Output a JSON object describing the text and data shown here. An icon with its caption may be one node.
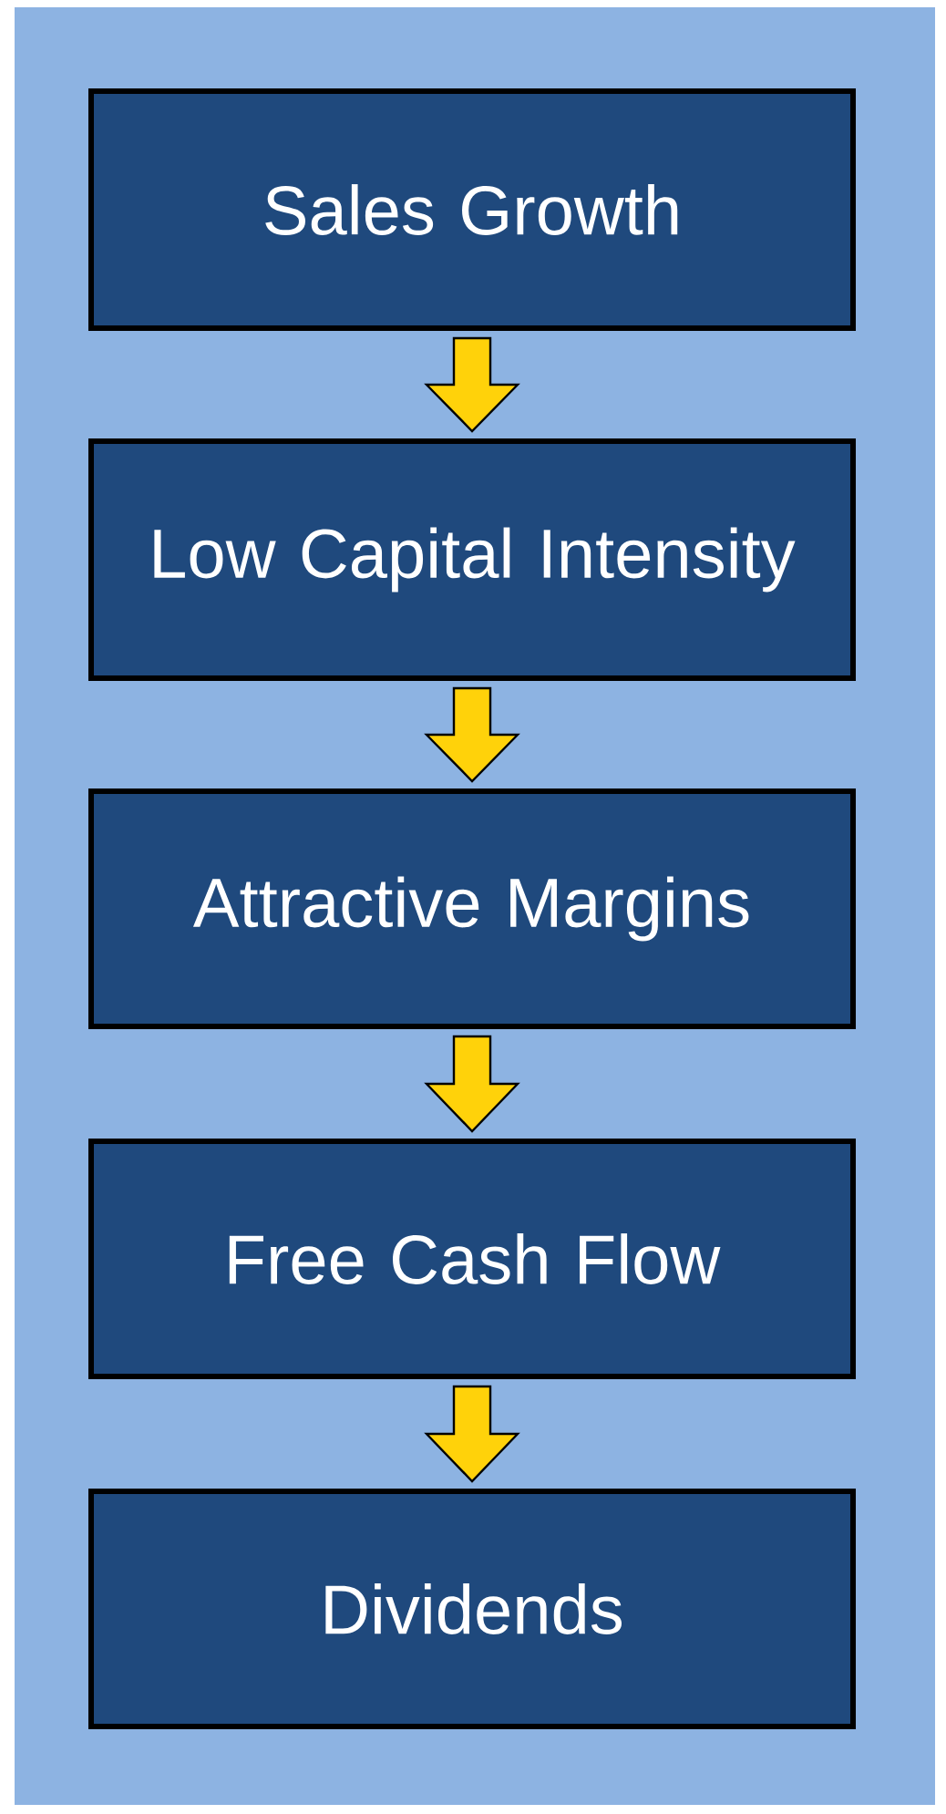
{
  "diagram": {
    "nodes": [
      {
        "text": [
          "Sales Growth"
        ]
      },
      {
        "text": [
          "Low Capital Intensity"
        ]
      },
      {
        "text": [
          "Attractive Margins"
        ]
      },
      {
        "text": [
          "Free Cash Flow"
        ]
      },
      {
        "text": [
          "Dividends"
        ]
      }
    ],
    "edges": [
      {
        "from": 0,
        "to": 1,
        "arrow": "to"
      },
      {
        "from": 1,
        "to": 2,
        "arrow": "to"
      },
      {
        "from": 2,
        "to": 3,
        "arrow": "to"
      },
      {
        "from": 3,
        "to": 4,
        "arrow": "to"
      }
    ]
  }
}
